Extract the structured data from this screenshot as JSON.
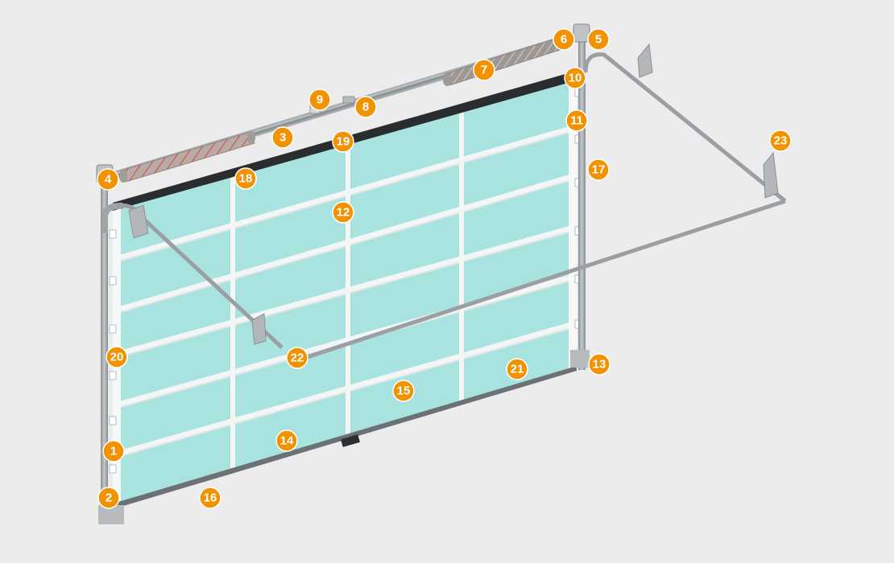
{
  "diagram": {
    "background_color": "#ececec",
    "panel_color": "#a9e3df",
    "frame_color": "#9fa4a7",
    "marker_color": "#f39200",
    "marker_text_color": "#ffffff",
    "spring_color": "#b0a9a4",
    "spring_stripe_color": "#d9463a"
  },
  "markers": {
    "m1": "1",
    "m2": "2",
    "m3": "3",
    "m4": "4",
    "m5": "5",
    "m6": "6",
    "m7": "7",
    "m8": "8",
    "m9": "9",
    "m10": "10",
    "m11": "11",
    "m12": "12",
    "m13": "13",
    "m14": "14",
    "m15": "15",
    "m16": "16",
    "m17": "17",
    "m18": "18",
    "m19": "19",
    "m20": "20",
    "m21": "21",
    "m22": "22",
    "m23": "23"
  }
}
